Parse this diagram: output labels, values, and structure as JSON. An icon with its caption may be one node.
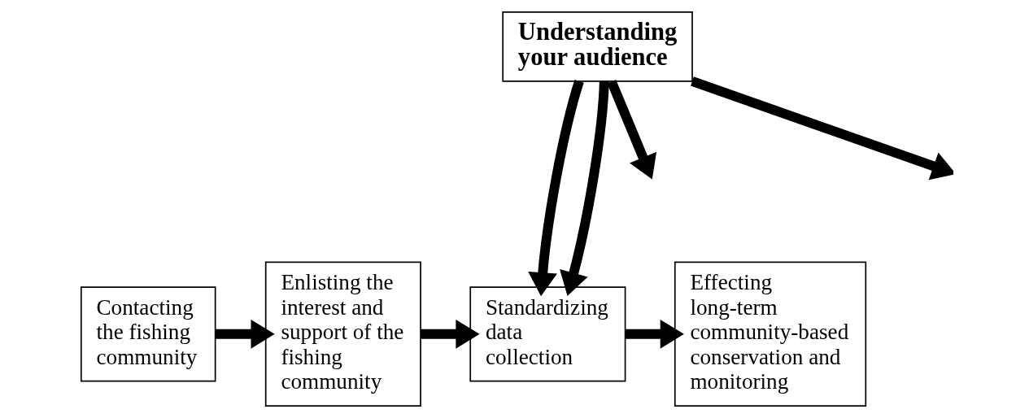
{
  "diagram": {
    "nodes": [
      {
        "text": [
          "Understanding your audience"
        ]
      },
      {
        "text": [
          "Contacting the fishing community"
        ]
      },
      {
        "text": [
          "Enlisting the interest and support of the fishing community"
        ]
      },
      {
        "text": [
          "Standardizing data collection"
        ]
      },
      {
        "text": [
          "Effecting long-term community-based conservation and monitoring"
        ]
      }
    ],
    "edges": [
      {
        "from": 0,
        "to": null,
        "arrow": "to"
      },
      {
        "from": 0,
        "to": 3,
        "arrow": "to"
      },
      {
        "from": 0,
        "to": 3,
        "arrow": "to"
      },
      {
        "from": 0,
        "to": null,
        "arrow": "to"
      },
      {
        "from": 1,
        "to": 2,
        "arrow": "to"
      },
      {
        "from": 2,
        "to": 3,
        "arrow": "to"
      },
      {
        "from": 3,
        "to": 4,
        "arrow": "to"
      }
    ]
  }
}
